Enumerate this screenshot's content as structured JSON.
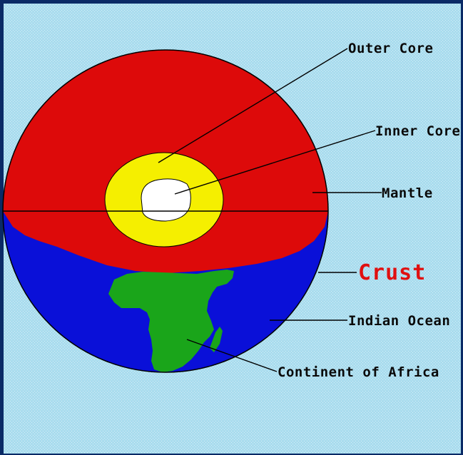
{
  "labels": {
    "outer_core": "Outer Core",
    "inner_core": "Inner Core",
    "mantle": "Mantle",
    "crust": "Crust",
    "indian_ocean": "Indian Ocean",
    "continent": "Continent of Africa"
  },
  "colors": {
    "background": "#a9dcee",
    "border": "#0a2a66",
    "mantle": "#dd0a0a",
    "outer_core": "#f5ef00",
    "inner_core": "#ffffff",
    "ocean": "#0a10d8",
    "land": "#1aa51a",
    "crust_label": "#e01010"
  }
}
